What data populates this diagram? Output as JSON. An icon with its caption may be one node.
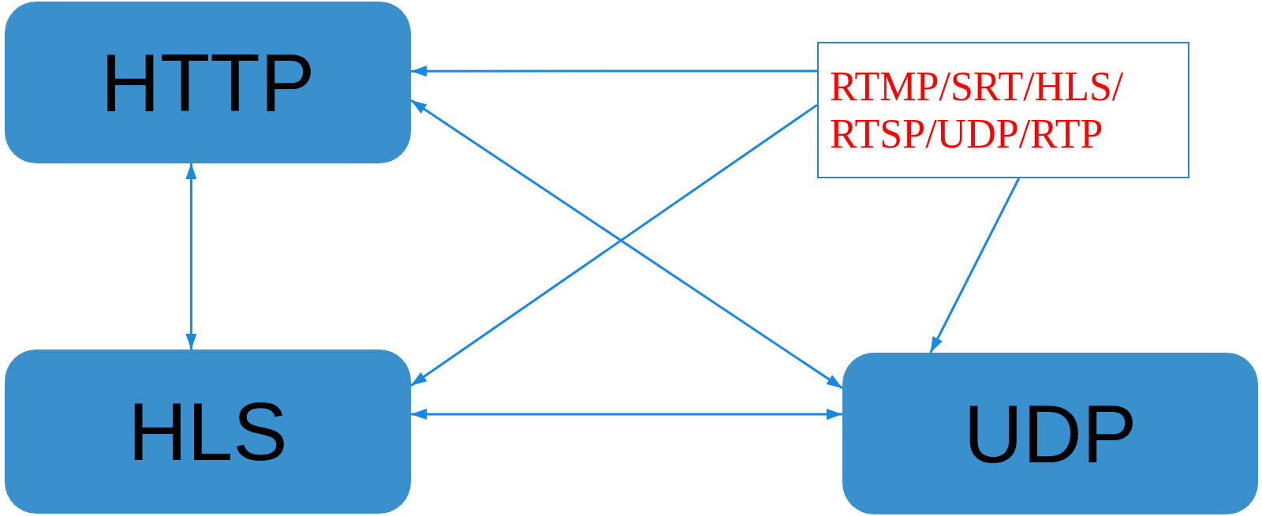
{
  "diagram": {
    "nodes": [
      {
        "text": [
          "HTTP"
        ]
      },
      {
        "text": [
          "HLS"
        ]
      },
      {
        "text": [
          "UDP"
        ]
      },
      {
        "text": [
          "RTMP/SRT/HLS/ RTSP/UDP/RTP"
        ]
      }
    ],
    "edges": [
      {
        "from": 3,
        "to": 0,
        "arrow": "to"
      },
      {
        "from": 3,
        "to": 1,
        "arrow": "to"
      },
      {
        "from": 3,
        "to": 2,
        "arrow": "to"
      },
      {
        "from": 0,
        "to": 1,
        "arrow": "both"
      },
      {
        "from": 0,
        "to": 2,
        "arrow": "both"
      },
      {
        "from": 1,
        "to": 2,
        "arrow": "both"
      }
    ]
  }
}
